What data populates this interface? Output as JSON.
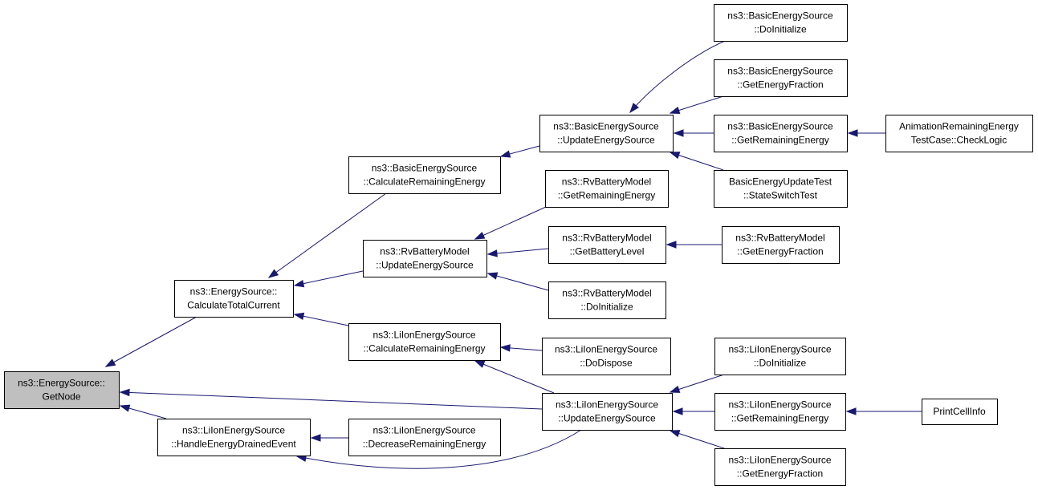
{
  "diagram": {
    "colors": {
      "edge": "#191970",
      "root_fill": "#bfbfbf",
      "node_fill": "#ffffff",
      "node_border": "#000000"
    },
    "nodes": [
      {
        "id": "getnode",
        "lines": [
          "ns3::EnergySource::",
          "GetNode"
        ],
        "root": true
      },
      {
        "id": "calctotal",
        "lines": [
          "ns3::EnergySource::",
          "CalculateTotalCurrent"
        ]
      },
      {
        "id": "handledrained",
        "lines": [
          "ns3::LiIonEnergySource",
          "::HandleEnergyDrainedEvent"
        ]
      },
      {
        "id": "bes_calcrem",
        "lines": [
          "ns3::BasicEnergySource",
          "::CalculateRemainingEnergy"
        ]
      },
      {
        "id": "rv_update",
        "lines": [
          "ns3::RvBatteryModel",
          "::UpdateEnergySource"
        ]
      },
      {
        "id": "li_calcrem",
        "lines": [
          "ns3::LiIonEnergySource",
          "::CalculateRemainingEnergy"
        ]
      },
      {
        "id": "li_decrease",
        "lines": [
          "ns3::LiIonEnergySource",
          "::DecreaseRemainingEnergy"
        ]
      },
      {
        "id": "bes_update",
        "lines": [
          "ns3::BasicEnergySource",
          "::UpdateEnergySource"
        ]
      },
      {
        "id": "rv_getrem",
        "lines": [
          "ns3::RvBatteryModel",
          "::GetRemainingEnergy"
        ]
      },
      {
        "id": "rv_getbat",
        "lines": [
          "ns3::RvBatteryModel",
          "::GetBatteryLevel"
        ]
      },
      {
        "id": "rv_doinit",
        "lines": [
          "ns3::RvBatteryModel",
          "::DoInitialize"
        ]
      },
      {
        "id": "li_dispose",
        "lines": [
          "ns3::LiIonEnergySource",
          "::DoDispose"
        ]
      },
      {
        "id": "li_update",
        "lines": [
          "ns3::LiIonEnergySource",
          "::UpdateEnergySource"
        ]
      },
      {
        "id": "bes_doinit",
        "lines": [
          "ns3::BasicEnergySource",
          "::DoInitialize"
        ]
      },
      {
        "id": "bes_getfrac",
        "lines": [
          "ns3::BasicEnergySource",
          "::GetEnergyFraction"
        ]
      },
      {
        "id": "bes_getrem",
        "lines": [
          "ns3::BasicEnergySource",
          "::GetRemainingEnergy"
        ]
      },
      {
        "id": "bes_test",
        "lines": [
          "BasicEnergyUpdateTest",
          "::StateSwitchTest"
        ]
      },
      {
        "id": "rv_getfrac",
        "lines": [
          "ns3::RvBatteryModel",
          "::GetEnergyFraction"
        ]
      },
      {
        "id": "li_doinit",
        "lines": [
          "ns3::LiIonEnergySource",
          "::DoInitialize"
        ]
      },
      {
        "id": "li_getrem",
        "lines": [
          "ns3::LiIonEnergySource",
          "::GetRemainingEnergy"
        ]
      },
      {
        "id": "li_getfrac",
        "lines": [
          "ns3::LiIonEnergySource",
          "::GetEnergyFraction"
        ]
      },
      {
        "id": "anim_check",
        "lines": [
          "AnimationRemainingEnergy",
          "TestCase::CheckLogic"
        ]
      },
      {
        "id": "printcell",
        "lines": [
          "PrintCellInfo"
        ]
      }
    ],
    "edges": [
      {
        "from": "calctotal",
        "to": "getnode"
      },
      {
        "from": "handledrained",
        "to": "getnode"
      },
      {
        "from": "li_update",
        "to": "getnode"
      },
      {
        "from": "bes_calcrem",
        "to": "calctotal"
      },
      {
        "from": "rv_update",
        "to": "calctotal"
      },
      {
        "from": "li_calcrem",
        "to": "calctotal"
      },
      {
        "from": "li_decrease",
        "to": "handledrained"
      },
      {
        "from": "li_update",
        "to": "handledrained"
      },
      {
        "from": "bes_update",
        "to": "bes_calcrem"
      },
      {
        "from": "rv_getrem",
        "to": "rv_update"
      },
      {
        "from": "rv_getbat",
        "to": "rv_update"
      },
      {
        "from": "rv_doinit",
        "to": "rv_update"
      },
      {
        "from": "li_dispose",
        "to": "li_calcrem"
      },
      {
        "from": "li_update",
        "to": "li_calcrem"
      },
      {
        "from": "bes_doinit",
        "to": "bes_update"
      },
      {
        "from": "bes_getfrac",
        "to": "bes_update"
      },
      {
        "from": "bes_getrem",
        "to": "bes_update"
      },
      {
        "from": "bes_test",
        "to": "bes_update"
      },
      {
        "from": "rv_getfrac",
        "to": "rv_getbat"
      },
      {
        "from": "li_doinit",
        "to": "li_update"
      },
      {
        "from": "li_getrem",
        "to": "li_update"
      },
      {
        "from": "li_getfrac",
        "to": "li_update"
      },
      {
        "from": "anim_check",
        "to": "bes_getrem"
      },
      {
        "from": "printcell",
        "to": "li_getrem"
      }
    ]
  }
}
